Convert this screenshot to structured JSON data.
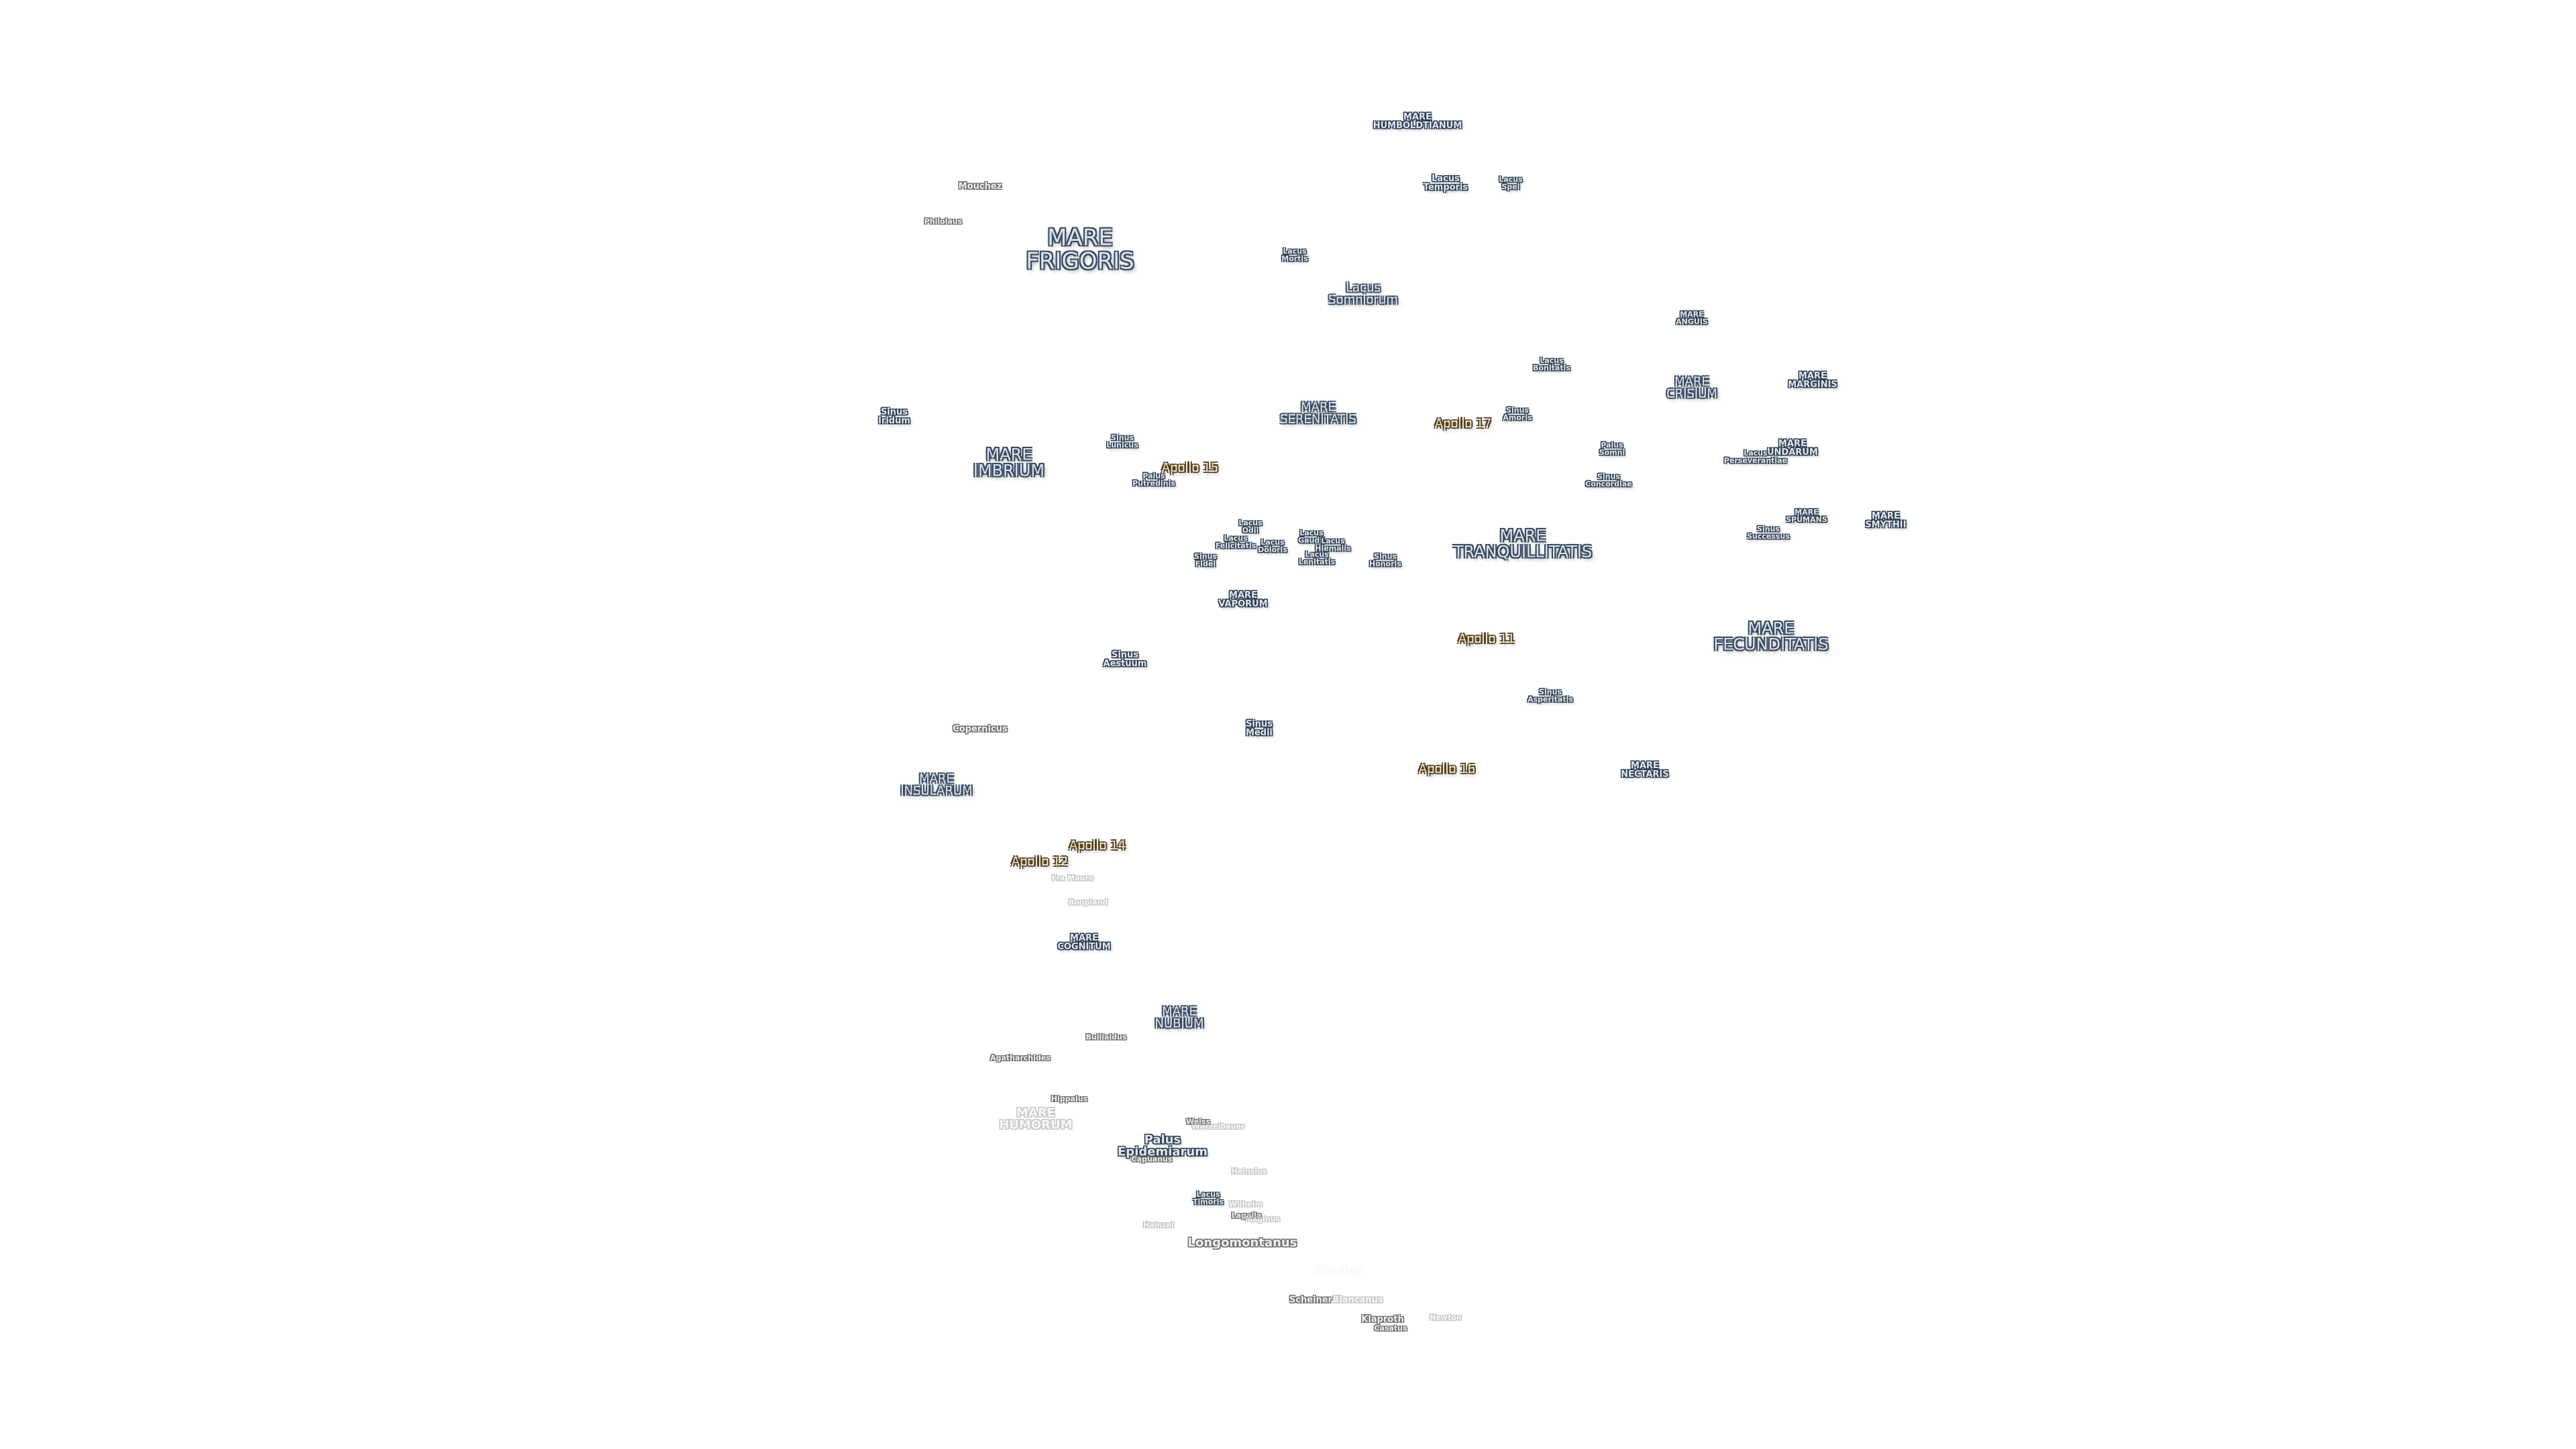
{
  "labels": {
    "mare_humboldtianum": "MARE\nHUMBOLDTIANUM",
    "lacus_temporis": "Lacus\nTemporis",
    "lacus_spei": "Lacus\nSpei",
    "mouchez": "Mouchez",
    "philolaus": "Philolaus",
    "mare_frigoris": "MARE\nFRIGORIS",
    "lacus_mortis": "Lacus\nMortis",
    "lacus_somniorum": "Lacus\nSomniorum",
    "mare_anguis": "MARE\nANGUIS",
    "lacus_bonitatis": "Lacus\nBonitatis",
    "mare_crisium": "MARE\nCRISIUM",
    "mare_marginis": "MARE\nMARGINIS",
    "sinus_iridum": "Sinus\nIridum",
    "mare_serenitatis": "MARE\nSERENITATIS",
    "sinus_amoris": "Sinus\nAmoris",
    "apollo_17": "Apollo 17",
    "mare_imbrium": "MARE\nIMBRIUM",
    "sinus_lunicus": "Sinus\nLunicus",
    "apollo_15": "Apollo 15",
    "palus_putredinis": "Palus\nPutredinis",
    "palus_somni": "Palus\nSomni",
    "sinus_concordiae": "Sinus\nConcordiae",
    "mare_undarum": "MARE\nUNDARUM",
    "lacus_perseverantiae": "Lacus\nPerseverantiae",
    "mare_spumans": "MARE\nSPUMANS",
    "sinus_successus": "Sinus\nSuccessus",
    "mare_smythii": "MARE\nSMYTHII",
    "lacus_odii": "Lacus\nOdii",
    "lacus_felicitatis": "Lacus\nFelicitatis",
    "lacus_doloris": "Lacus\nDoloris",
    "sinus_fidei": "Sinus\nFidei",
    "lacus_gaudii": "Lacus\nGaudii",
    "lacus_hiemalis": "Lacus\nHiemalis",
    "lacus_lenitatis": "Lacus\nLenitatis",
    "sinus_honoris": "Sinus\nHonoris",
    "mare_tranquillitatis": "MARE\nTRANQUILLITATIS",
    "mare_vaporum": "MARE\nVAPORUM",
    "apollo_11": "Apollo 11",
    "mare_fecunditatis": "MARE\nFECUNDITATIS",
    "sinus_aestuum": "Sinus\nAestuum",
    "sinus_asperitatis": "Sinus\nAsperitatis",
    "copernicus": "Copernicus",
    "sinus_medii": "Sinus\nMedii",
    "apollo_16": "Apollo 16",
    "mare_nectaris": "MARE\nNECTARIS",
    "mare_insularum": "MARE\nINSULARUM",
    "apollo_14": "Apollo 14",
    "apollo_12": "Apollo 12",
    "fra_mauro": "Fra Mauro",
    "bonpland": "Bonpland",
    "mare_cognitum": "MARE\nCOGNITUM",
    "mare_nubium": "MARE\nNUBIUM",
    "bullialdus": "Bullialdus",
    "agatharchides": "Agatharchides",
    "hippalus": "Hippalus",
    "mare_humorum": "MARE\nHUMORUM",
    "weiss": "Weiss",
    "wurzelbauer": "Wurzelbauer",
    "palus_epidemiarum": "Palus\nEpidemiarum",
    "capuanus": "Capuanus",
    "heinsius": "Heinsius",
    "lacus_timoris": "Lacus\nTimoris",
    "wilhelm": "Wilhelm",
    "longomontanus_small": "Longomontanus",
    "maginus": "Maginus",
    "lagalla": "Lagalla",
    "hainzel": "Hainzel",
    "longomontanus": "Longomontanus",
    "clavius": "Clavius",
    "scheiner": "Scheiner",
    "blancanus": "Blancanus",
    "klaproth": "Klaproth",
    "casatus": "Casatus",
    "newton": "Newton"
  }
}
